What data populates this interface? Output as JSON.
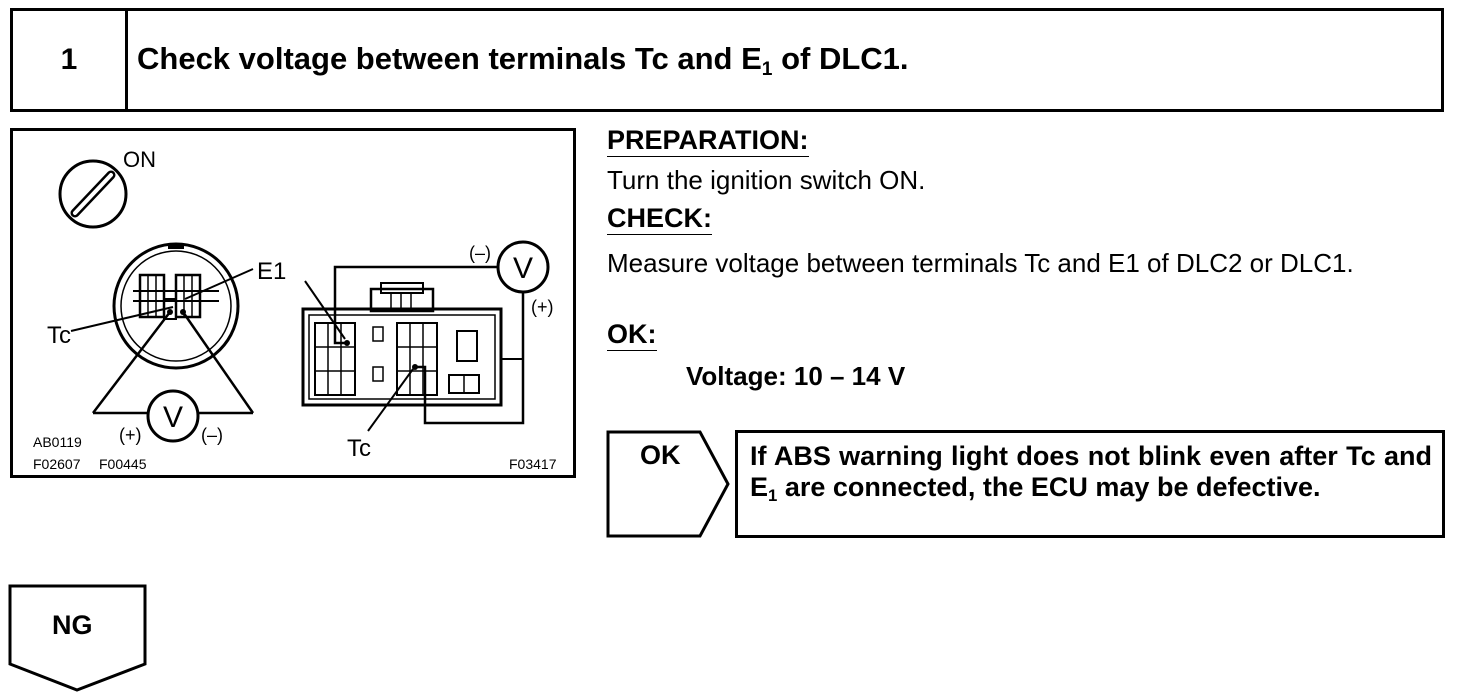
{
  "step": {
    "number": "1",
    "title_before": "Check voltage between terminals Tc and E",
    "title_sub": "1",
    "title_after": " of DLC1."
  },
  "figure": {
    "label_on": "ON",
    "label_e1": "E1",
    "label_tc_left": "Tc",
    "label_tc_right": "Tc",
    "meter_symbol": "V",
    "plus": "(+)",
    "minus": "(–)",
    "code_ab": "AB0119",
    "code_f1": "F02607",
    "code_f2": "F00445",
    "code_f3": "F03417"
  },
  "instructions": {
    "preparation_heading": "PREPARATION:",
    "preparation_text": "Turn the ignition switch ON.",
    "check_heading": "CHECK:",
    "check_text": "Measure voltage between terminals Tc and E1 of DLC2 or DLC1.",
    "ok_heading": "OK:",
    "ok_value": "Voltage: 10 – 14 V"
  },
  "result_ok": {
    "label": "OK",
    "text_before": "If ABS warning light does not blink even after Tc and E",
    "text_sub": "1",
    "text_after": " are connected, the ECU may be defective."
  },
  "result_ng": {
    "label": "NG"
  }
}
